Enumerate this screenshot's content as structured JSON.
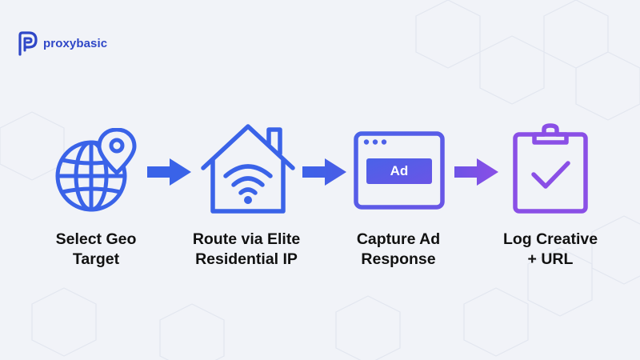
{
  "brand": {
    "name": "proxybasic",
    "color": "#2f47c7"
  },
  "icons": [
    "logo-icon",
    "globe-pin-icon",
    "house-wifi-icon",
    "browser-ad-icon",
    "clipboard-check-icon",
    "arrow-right-icon"
  ],
  "colors": {
    "blue": "#3a63e8",
    "indigo": "#5a57e6",
    "violet": "#8a4fe6",
    "text": "#111111",
    "background": "#f1f3f8"
  },
  "steps": [
    {
      "line1": "Select Geo",
      "line2": "Target",
      "icon": "globe-pin-icon"
    },
    {
      "line1": "Route via Elite",
      "line2": "Residential IP",
      "icon": "house-wifi-icon"
    },
    {
      "line1": "Capture Ad",
      "line2": "Response",
      "icon": "browser-ad-icon",
      "badge": "Ad"
    },
    {
      "line1": "Log Creative",
      "line2": "+ URL",
      "icon": "clipboard-check-icon"
    }
  ]
}
